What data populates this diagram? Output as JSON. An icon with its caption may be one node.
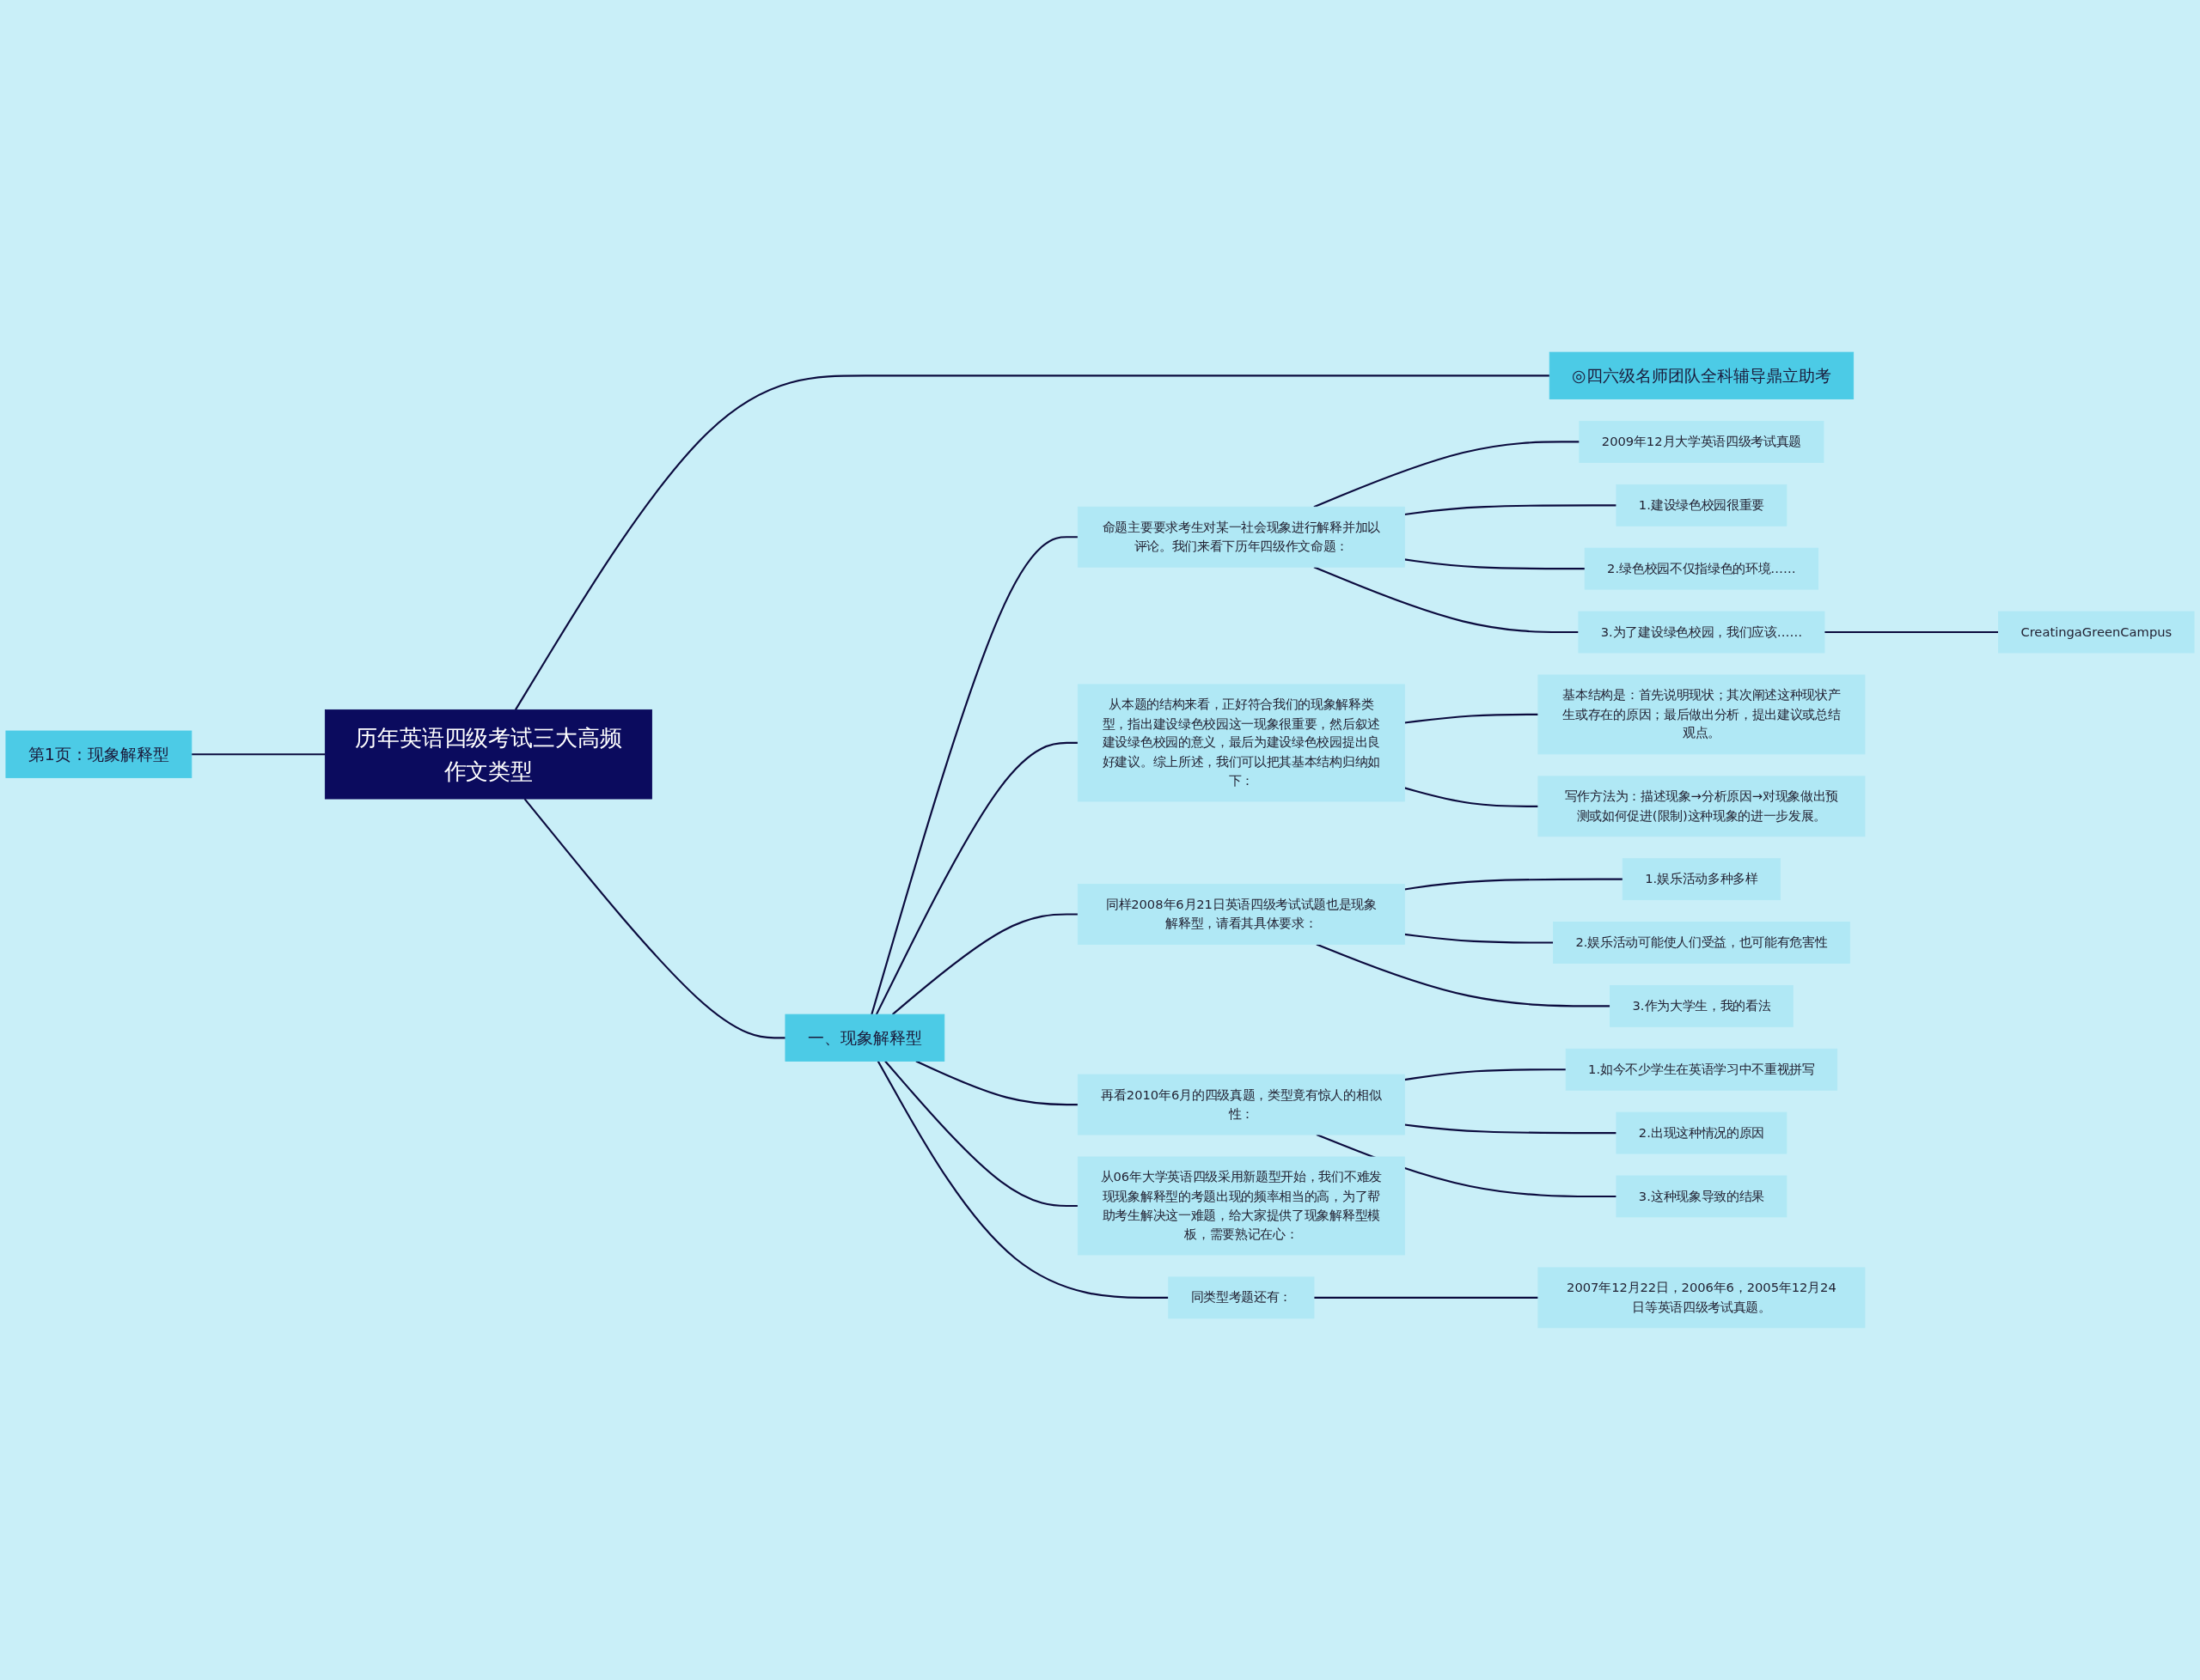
{
  "diagram": {
    "nodes": [
      {
        "text": [
          "第1页：现象解释型"
        ]
      },
      {
        "text": [
          "历年英语四级考试三大高频作文类型"
        ]
      },
      {
        "text": [
          "◎四六级名师团队全科辅导鼎立助考"
        ]
      },
      {
        "text": [
          "一、现象解释型"
        ]
      },
      {
        "text": [
          "命题主要要求考生对某一社会现象进行解释并加以评论。我们来看下历年四级作文命题："
        ]
      },
      {
        "text": [
          "2009年12月大学英语四级考试真题"
        ]
      },
      {
        "text": [
          "1.建设绿色校园很重要"
        ]
      },
      {
        "text": [
          "2.绿色校园不仅指绿色的环境……"
        ]
      },
      {
        "text": [
          "3.为了建设绿色校园，我们应该……"
        ]
      },
      {
        "text": [
          "CreatingaGreenCampus"
        ]
      },
      {
        "text": [
          "从本题的结构来看，正好符合我们的现象解释类型，指出建设绿色校园这一现象很重要，然后叙述建设绿色校园的意义，最后为建设绿色校园提出良好建议。综上所述，我们可以把其基本结构归纳如下："
        ]
      },
      {
        "text": [
          "基本结构是：首先说明现状；其次阐述这种现状产生或存在的原因；最后做出分析，提出建议或总结观点。"
        ]
      },
      {
        "text": [
          "写作方法为：描述现象→分析原因→对现象做出预测或如何促进(限制)这种现象的进一步发展。"
        ]
      },
      {
        "text": [
          "同样2008年6月21日英语四级考试试题也是现象解释型，请看其具体要求："
        ]
      },
      {
        "text": [
          "1.娱乐活动多种多样"
        ]
      },
      {
        "text": [
          "2.娱乐活动可能使人们受益，也可能有危害性"
        ]
      },
      {
        "text": [
          "3.作为大学生，我的看法"
        ]
      },
      {
        "text": [
          "再看2010年6月的四级真题，类型竟有惊人的相似性："
        ]
      },
      {
        "text": [
          "1.如今不少学生在英语学习中不重视拼写"
        ]
      },
      {
        "text": [
          "2.出现这种情况的原因"
        ]
      },
      {
        "text": [
          "3.这种现象导致的结果"
        ]
      },
      {
        "text": [
          "同类型考题还有："
        ]
      },
      {
        "text": [
          "2007年12月22日，2006年6，2005年12月24日等英语四级考试真题。"
        ]
      },
      {
        "text": [
          "从06年大学英语四级采用新题型开始，我们不难发现现象解释型的考题出现的频率相当的高，为了帮助考生解决这一难题，给大家提供了现象解释型模板，需要熟记在心："
        ]
      }
    ],
    "edges": [
      {
        "from": 0,
        "to": 1,
        "arrow": "none"
      },
      {
        "from": 1,
        "to": 2,
        "arrow": "none"
      },
      {
        "from": 1,
        "to": 3,
        "arrow": "none"
      },
      {
        "from": 3,
        "to": 4,
        "arrow": "none"
      },
      {
        "from": 4,
        "to": 5,
        "arrow": "none"
      },
      {
        "from": 4,
        "to": 6,
        "arrow": "none"
      },
      {
        "from": 4,
        "to": 7,
        "arrow": "none"
      },
      {
        "from": 4,
        "to": 8,
        "arrow": "none"
      },
      {
        "from": 8,
        "to": 9,
        "arrow": "none"
      },
      {
        "from": 3,
        "to": 10,
        "arrow": "none"
      },
      {
        "from": 10,
        "to": 11,
        "arrow": "none"
      },
      {
        "from": 10,
        "to": 12,
        "arrow": "none"
      },
      {
        "from": 3,
        "to": 13,
        "arrow": "none"
      },
      {
        "from": 13,
        "to": 14,
        "arrow": "none"
      },
      {
        "from": 13,
        "to": 15,
        "arrow": "none"
      },
      {
        "from": 13,
        "to": 16,
        "arrow": "none"
      },
      {
        "from": 3,
        "to": 17,
        "arrow": "none"
      },
      {
        "from": 17,
        "to": 18,
        "arrow": "none"
      },
      {
        "from": 17,
        "to": 19,
        "arrow": "none"
      },
      {
        "from": 17,
        "to": 20,
        "arrow": "none"
      },
      {
        "from": 3,
        "to": 21,
        "arrow": "none"
      },
      {
        "from": 21,
        "to": 22,
        "arrow": "none"
      },
      {
        "from": 3,
        "to": 23,
        "arrow": "none"
      }
    ]
  }
}
